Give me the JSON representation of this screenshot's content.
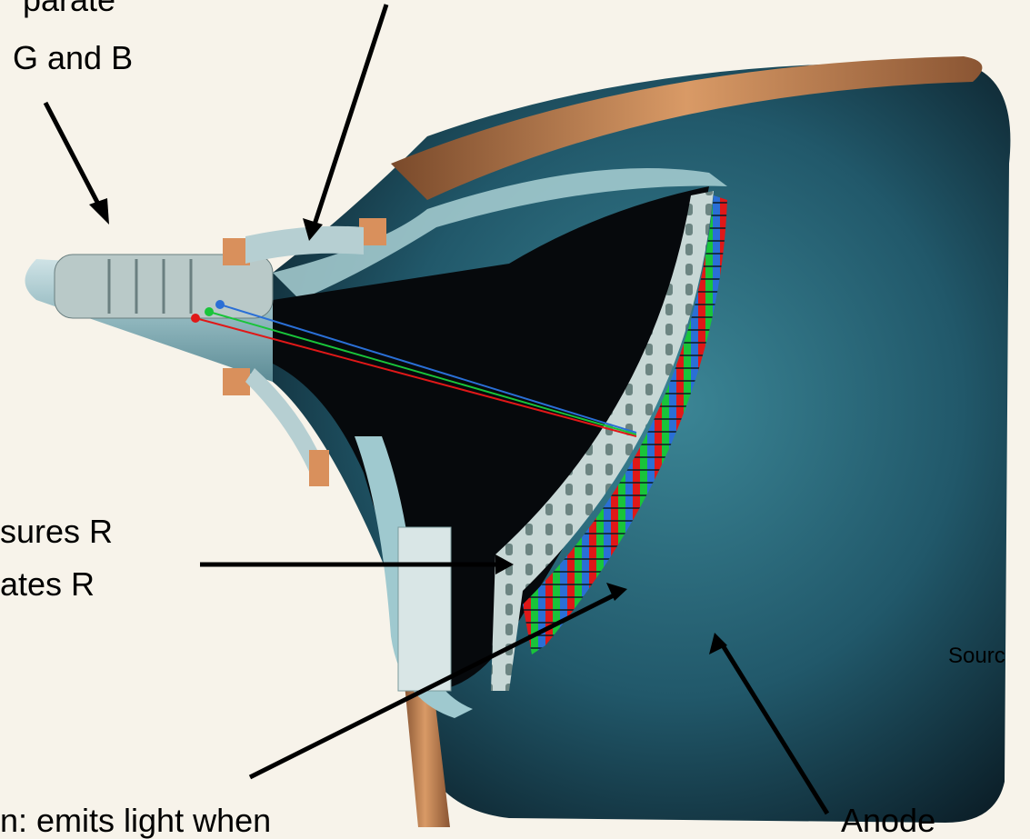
{
  "labels": {
    "gun_top_partial": "parate",
    "gun_rgb": "G and B",
    "mask_line1": "sures R",
    "mask_line2": "ates R",
    "phosphor": "n: emits light when",
    "source": "Sourc",
    "anode": "Anode"
  },
  "colors": {
    "background": "#f7f3ea",
    "tube_dark": "#0c1a22",
    "tube_teal": "#2f6f80",
    "rim_copper": "#c9895a",
    "glass_light": "#9fc9cf",
    "phosphor_red": "#e01818",
    "phosphor_green": "#19c43a",
    "phosphor_blue": "#2a6fd6",
    "arrow": "#000000"
  }
}
